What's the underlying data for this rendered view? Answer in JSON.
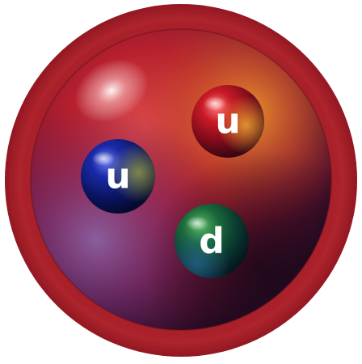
{
  "quarks": [
    {
      "id": "quark-up-1",
      "label": "u",
      "color": "#a0101c"
    },
    {
      "id": "quark-up-2",
      "label": "u",
      "color": "#101a8c"
    },
    {
      "id": "quark-down",
      "label": "d",
      "color": "#0f5a2a"
    }
  ],
  "colors": {
    "outer_rim": "#9e1a1e",
    "body_core": "#b0202c",
    "body_highlight": "#e07a28",
    "body_shadow": "#2a1030",
    "background": "#ffffff"
  }
}
